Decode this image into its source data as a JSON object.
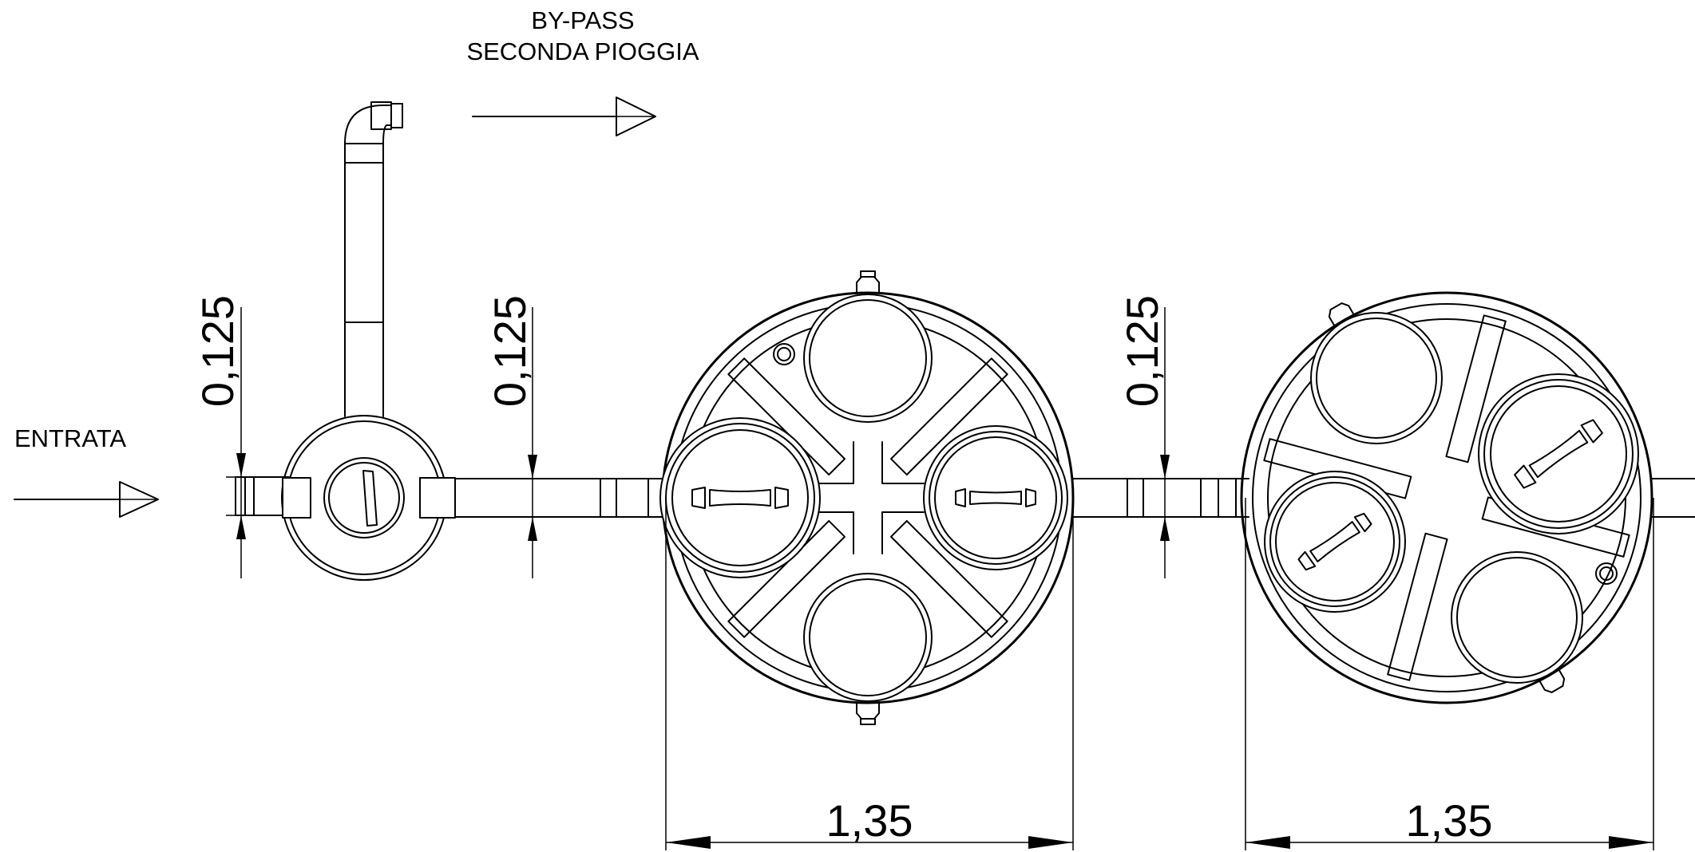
{
  "labels": {
    "bypass_line1": "BY-PASS",
    "bypass_line2": "SECONDA PIOGGIA",
    "inlet": "ENTRATA"
  },
  "dimensions": {
    "pipe_dia_1": "0,125",
    "pipe_dia_2": "0,125",
    "pipe_dia_3": "0,125",
    "tank_dia_1": "1,35",
    "tank_dia_2": "1,35"
  }
}
